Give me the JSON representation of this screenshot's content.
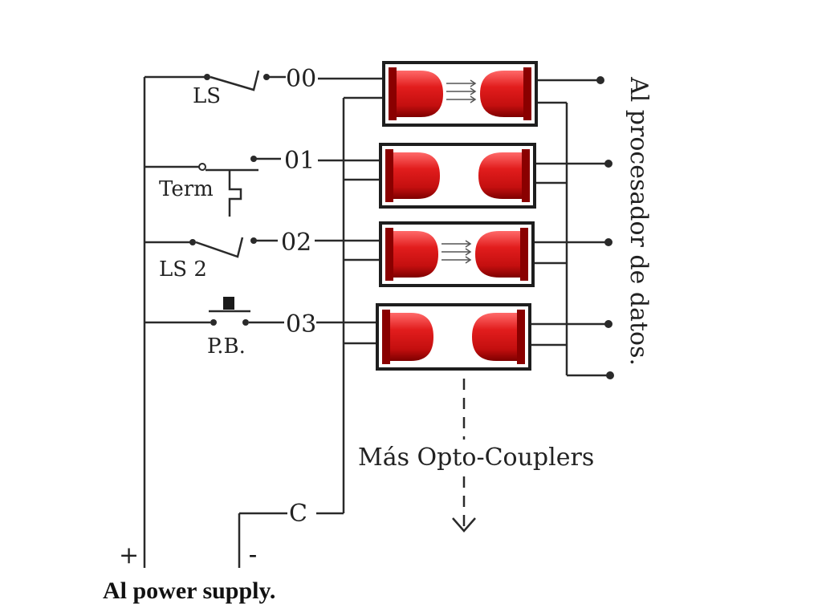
{
  "inputs": [
    {
      "address": "00",
      "device": "LS",
      "type": "limit-switch"
    },
    {
      "address": "01",
      "device": "Term",
      "type": "thermal-switch"
    },
    {
      "address": "02",
      "device": "LS 2",
      "type": "limit-switch"
    },
    {
      "address": "03",
      "device": "P.B.",
      "type": "push-button"
    }
  ],
  "common_label": "C",
  "more_label": "Más Opto-Couplers",
  "processor_label": "Al procesador de datos.",
  "supply": {
    "plus": "+",
    "minus": "-",
    "label": "Al power supply."
  },
  "colors": {
    "led": "#d81818",
    "led_dark": "#8a0000",
    "led_light": "#ff7a7a",
    "wire": "#2a2a2a"
  }
}
